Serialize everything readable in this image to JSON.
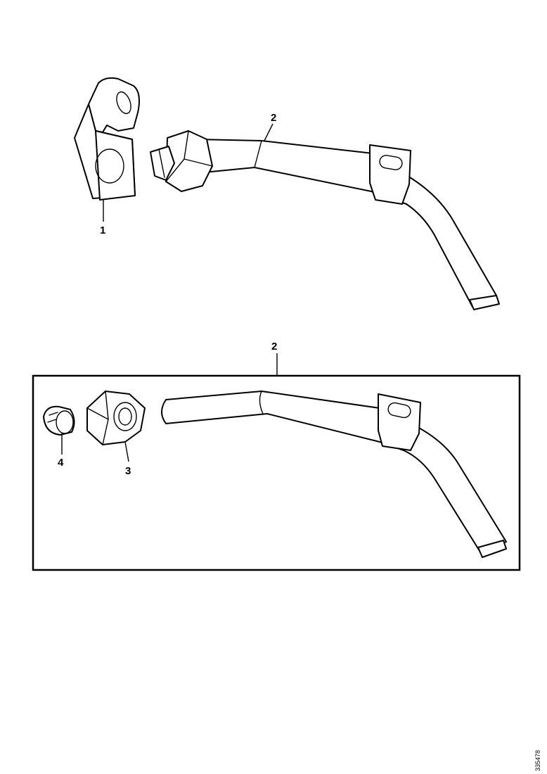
{
  "callouts": {
    "top_bracket": "1",
    "top_pipe": "2",
    "frame_pipe": "2",
    "nut": "3",
    "ferrule": "4"
  },
  "reference_number": "335478",
  "colors": {
    "line": "#000000",
    "background": "#ffffff"
  }
}
